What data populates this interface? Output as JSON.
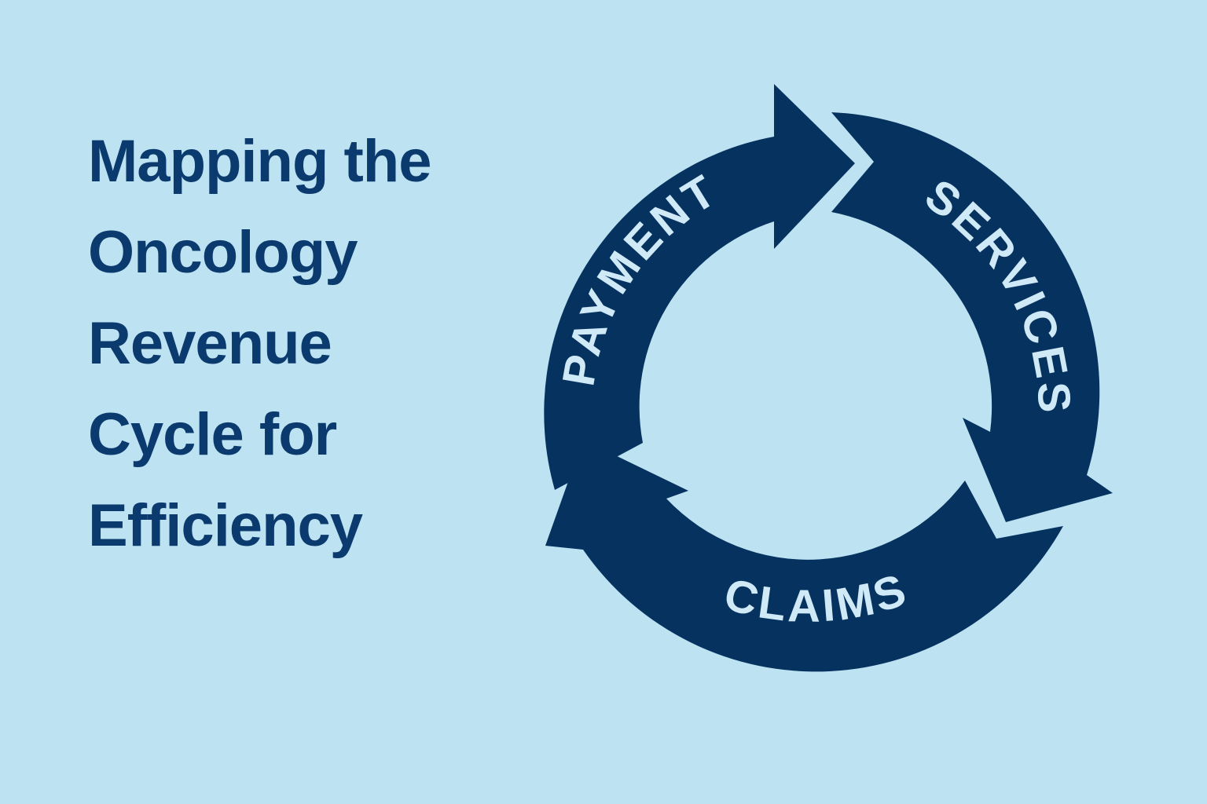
{
  "title": {
    "lines": [
      "Mapping the",
      "Oncology",
      "Revenue",
      "Cycle for",
      "Efficiency"
    ]
  },
  "cycle": {
    "segments": [
      {
        "label": "PAYMENT"
      },
      {
        "label": "SERVICES"
      },
      {
        "label": "CLAIMS"
      }
    ]
  },
  "colors": {
    "background": "#bde2f2",
    "arrow": "#06325f",
    "title_text": "#0b3a6e",
    "segment_text": "#cfe9f6"
  }
}
